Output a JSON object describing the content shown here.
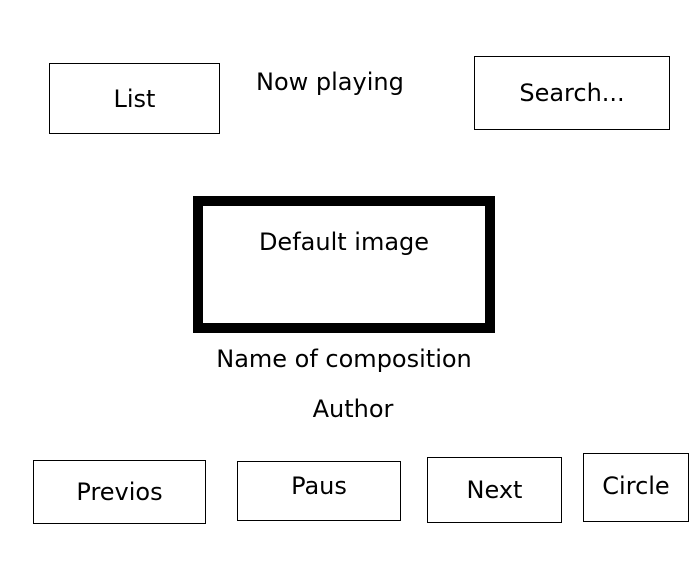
{
  "header": {
    "list_label": "List",
    "title": "Now playing",
    "search_label": "Search..."
  },
  "artwork": {
    "placeholder_label": "Default image"
  },
  "track": {
    "name": "Name of composition",
    "author": "Author"
  },
  "controls": {
    "previous_label": "Previos",
    "pause_label": "Paus",
    "next_label": "Next",
    "circle_label": "Circle"
  }
}
